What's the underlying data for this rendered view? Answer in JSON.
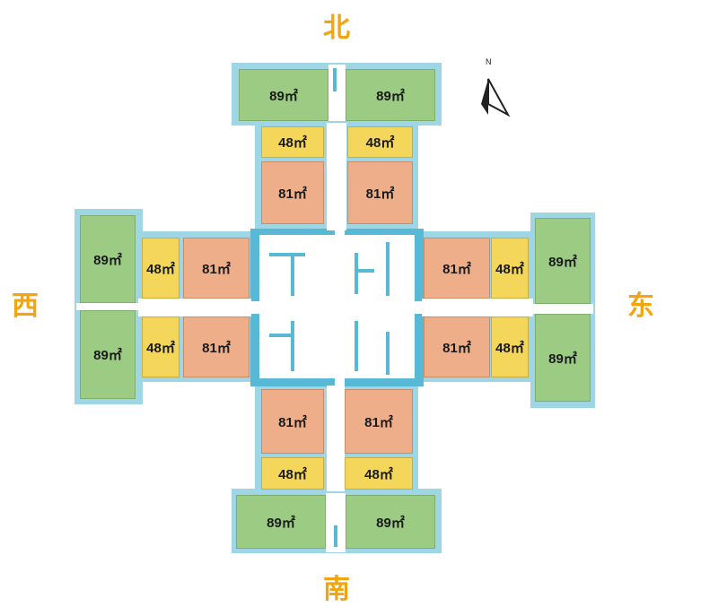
{
  "directions": {
    "north": "北",
    "south": "南",
    "west": "西",
    "east": "东"
  },
  "compass": {
    "label": "N"
  },
  "units": {
    "north": {
      "large_left": "89㎡",
      "large_right": "89㎡",
      "small_left": "48㎡",
      "small_right": "48㎡",
      "mid_left": "81㎡",
      "mid_right": "81㎡"
    },
    "south": {
      "large_left": "89㎡",
      "large_right": "89㎡",
      "small_left": "48㎡",
      "small_right": "48㎡",
      "mid_left": "81㎡",
      "mid_right": "81㎡"
    },
    "west": {
      "large_top": "89㎡",
      "large_bottom": "89㎡",
      "small_top": "48㎡",
      "small_bottom": "48㎡",
      "mid_top": "81㎡",
      "mid_bottom": "81㎡"
    },
    "east": {
      "large_top": "89㎡",
      "large_bottom": "89㎡",
      "small_top": "48㎡",
      "small_bottom": "48㎡",
      "mid_top": "81㎡",
      "mid_bottom": "81㎡"
    }
  },
  "colors": {
    "large_unit": "#9ccc84",
    "small_unit": "#f3d65a",
    "mid_unit": "#efae8a",
    "wall": "#9fd6e6",
    "direction_text": "#f2a512"
  }
}
